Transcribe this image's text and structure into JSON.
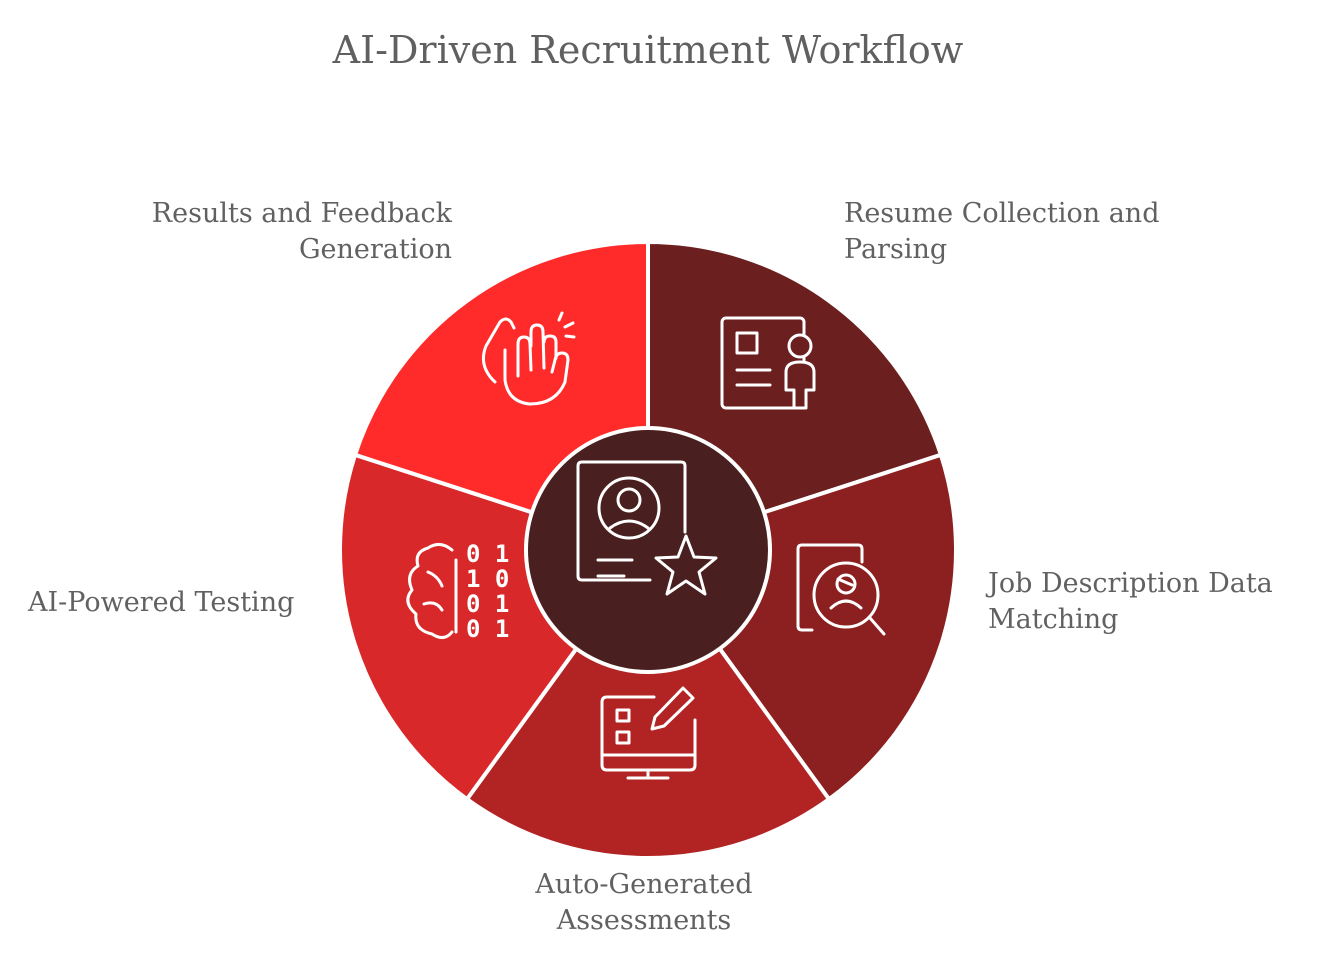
{
  "title": "AI-Driven Recruitment Workflow",
  "steps": [
    {
      "line1": "Resume Collection and",
      "line2": "Parsing",
      "color": "#6b1f1f",
      "icon": "resume-person-icon"
    },
    {
      "line1": "Job Description Data",
      "line2": "Matching",
      "color": "#8c1f1f",
      "icon": "document-search-icon"
    },
    {
      "line1": "Auto-Generated",
      "line2": "Assessments",
      "color": "#b22424",
      "icon": "monitor-checklist-pencil-icon"
    },
    {
      "line1": "AI-Powered Testing",
      "line2": "",
      "color": "#d92829",
      "icon": "brain-binary-icon"
    },
    {
      "line1": "Results and Feedback",
      "line2": "Generation",
      "color": "#ff2b2b",
      "icon": "clapping-hands-icon"
    }
  ],
  "center": {
    "color": "#4a1f1f",
    "icon": "candidate-profile-star-icon"
  },
  "binary": [
    "0 1",
    "1 0",
    "0 1",
    "0 1"
  ]
}
